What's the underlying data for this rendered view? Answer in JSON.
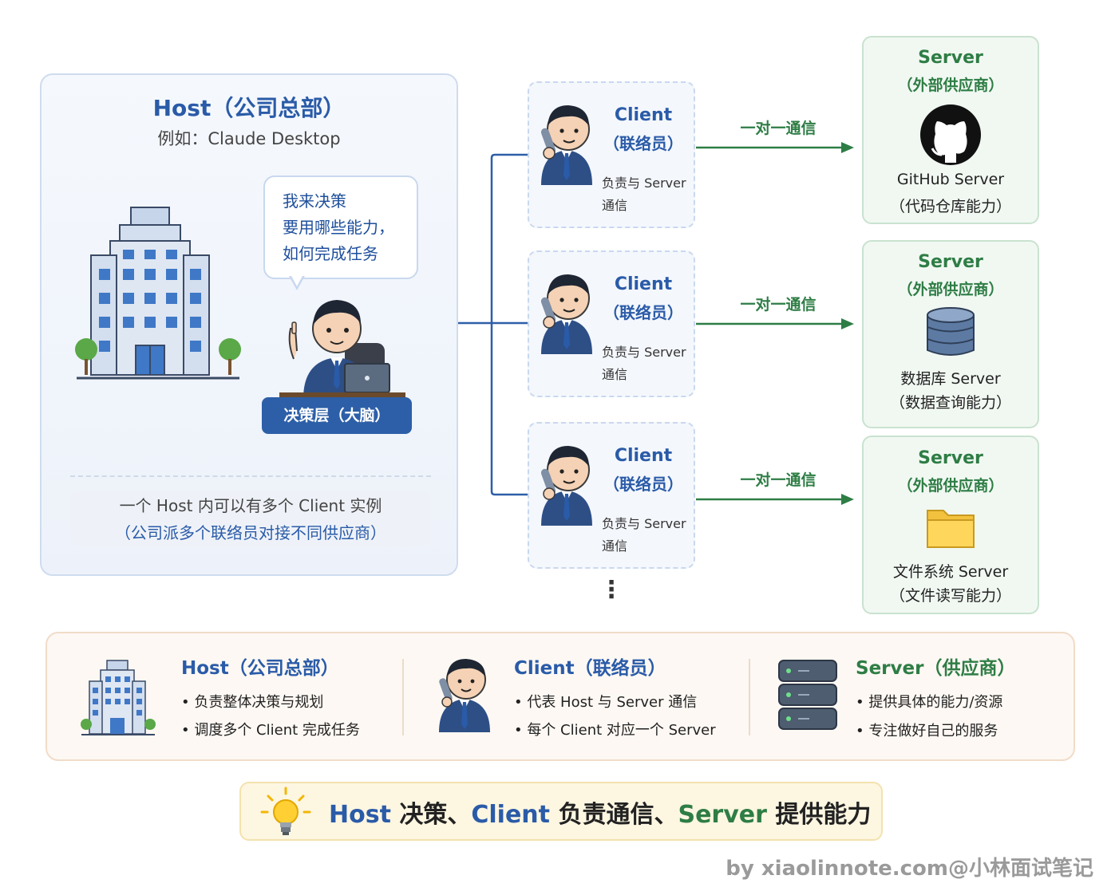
{
  "host": {
    "title": "Host（公司总部）",
    "example": "例如：Claude Desktop",
    "bubble_lines": [
      "我来决策",
      "要用哪些能力，",
      "如何完成任务"
    ],
    "decision_label": "决策层（大脑）",
    "note_line1": "一个 Host 内可以有多个 Client 实例",
    "note_line2": "（公司派多个联络员对接不同供应商）",
    "icons": [
      "building-icon",
      "decision-maker-icon",
      "laptop-icon"
    ]
  },
  "clients": [
    {
      "title": "Client",
      "role": "（联络员）",
      "desc_line1": "负责与 Server",
      "desc_line2": "通信",
      "icon": "phone-agent-icon"
    },
    {
      "title": "Client",
      "role": "（联络员）",
      "desc_line1": "负责与 Server",
      "desc_line2": "通信",
      "icon": "phone-agent-icon"
    },
    {
      "title": "Client",
      "role": "（联络员）",
      "desc_line1": "负责与 Server",
      "desc_line2": "通信",
      "icon": "phone-agent-icon"
    }
  ],
  "more_clients": "⋮",
  "arrows": [
    {
      "label": "一对一通信"
    },
    {
      "label": "一对一通信"
    },
    {
      "label": "一对一通信"
    }
  ],
  "servers": [
    {
      "title": "Server",
      "role": "（外部供应商）",
      "name": "GitHub Server",
      "capability": "（代码仓库能力）",
      "icon": "github-icon"
    },
    {
      "title": "Server",
      "role": "（外部供应商）",
      "name": "数据库 Server",
      "capability": "（数据查询能力）",
      "icon": "database-icon"
    },
    {
      "title": "Server",
      "role": "（外部供应商）",
      "name": "文件系统 Server",
      "capability": "（文件读写能力）",
      "icon": "folder-icon"
    }
  ],
  "legend": {
    "host": {
      "title": "Host（公司总部）",
      "items": [
        "• 负责整体决策与规划",
        "• 调度多个 Client 完成任务"
      ],
      "icon": "building-icon"
    },
    "client": {
      "title": "Client（联络员）",
      "items": [
        "• 代表 Host 与 Server 通信",
        "• 每个 Client 对应一个 Server"
      ],
      "icon": "phone-agent-icon"
    },
    "server": {
      "title": "Server（供应商）",
      "items": [
        "• 提供具体的能力/资源",
        "• 专注做好自己的服务"
      ],
      "icon": "server-rack-icon"
    }
  },
  "summary": {
    "host": "Host",
    "t1": " 决策、",
    "client": "Client",
    "t2": " 负责通信、",
    "server": "Server",
    "t3": " 提供能力",
    "icon": "lightbulb-icon"
  },
  "watermark": "by xiaolinnote.com@小林面试笔记",
  "colors": {
    "host_blue": "#2a5ba8",
    "server_green": "#2e7d45",
    "legend_bg": "#fdf8f3",
    "summary_bg": "#fdf6e1"
  }
}
